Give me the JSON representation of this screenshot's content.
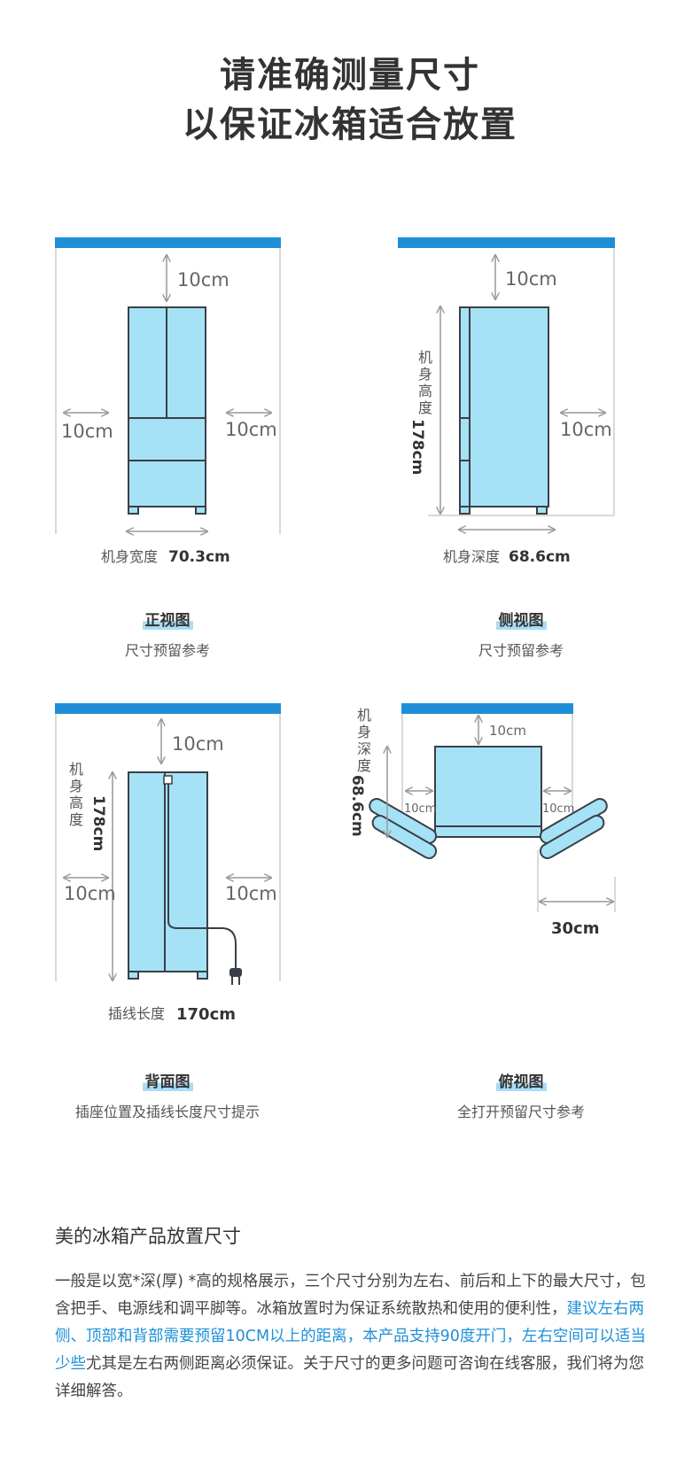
{
  "header": {
    "title_line1": "请准确测量尺寸",
    "title_line2": "以保证冰箱适合放置"
  },
  "front": {
    "top_gap": "10cm",
    "left_gap": "10cm",
    "right_gap": "10cm",
    "width_label": "机身宽度",
    "width_value": "70.3cm",
    "title": "正视图",
    "subtitle": "尺寸预留参考"
  },
  "side": {
    "top_gap": "10cm",
    "right_gap": "10cm",
    "height_label_chars": [
      "机",
      "身",
      "高",
      "度"
    ],
    "height_value": "178cm",
    "depth_label": "机身深度",
    "depth_value": "68.6cm",
    "title": "侧视图",
    "subtitle": "尺寸预留参考"
  },
  "back": {
    "top_gap": "10cm",
    "left_gap": "10cm",
    "right_gap": "10cm",
    "height_label_chars": [
      "机",
      "身",
      "高",
      "度"
    ],
    "height_value": "178cm",
    "cord_label": "插线长度",
    "cord_value": "170cm",
    "title": "背面图",
    "subtitle": "插座位置及插线长度尺寸提示"
  },
  "top": {
    "top_gap": "10cm",
    "left_gap": "10cm",
    "right_gap": "10cm",
    "depth_label_chars": [
      "机",
      "身",
      "深",
      "度"
    ],
    "depth_value": "68.6cm",
    "door_gap": "30cm",
    "title": "俯视图",
    "subtitle": "全打开预留尺寸参考"
  },
  "section": {
    "title": "美的冰箱产品放置尺寸",
    "para_part1": "一般是以宽*深(厚) *高的规格展示，三个尺寸分别为左右、前后和上下的最大尺寸，包含把手、电源线和调平脚等。冰箱放置时为保证系统散热和使用的便利性，",
    "para_highlight": "建议左右两侧、顶部和背部需要预留10CM以上的距离，本产品支持90度开门，左右空间可以适当少些",
    "para_part2": "尤其是左右两侧距离必须保证。关于尺寸的更多问题可咨询在线客服，我们将为您详细解答。"
  },
  "colors": {
    "accent_bar": "#1e8fd6",
    "fridge_fill": "#a6e2f6",
    "fridge_stroke": "#3a3f47",
    "highlight_text": "#1e90d8"
  }
}
